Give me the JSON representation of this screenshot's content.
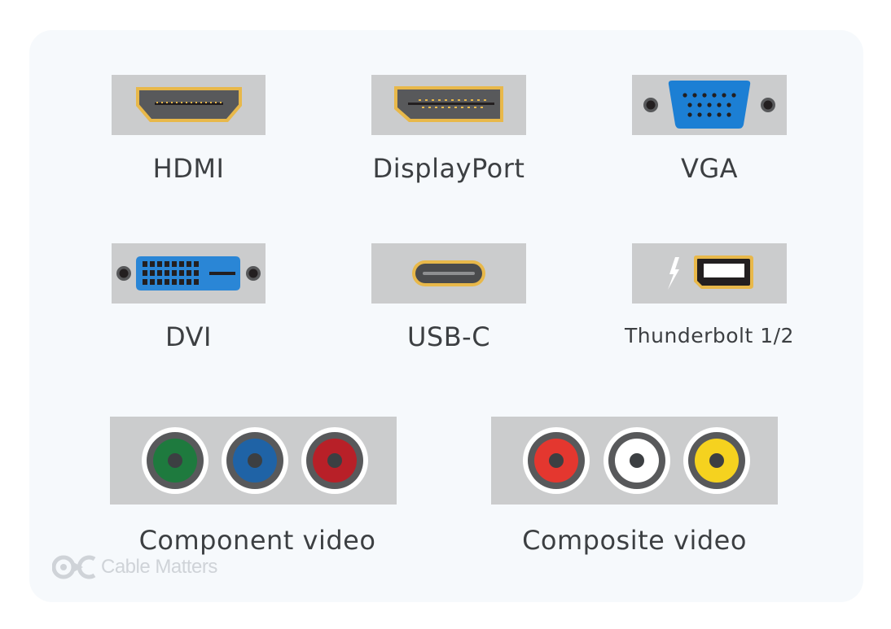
{
  "connectors": [
    {
      "id": "hdmi",
      "label": "HDMI",
      "icon": "hdmi-port-icon"
    },
    {
      "id": "displayport",
      "label": "DisplayPort",
      "icon": "displayport-port-icon"
    },
    {
      "id": "vga",
      "label": "VGA",
      "icon": "vga-port-icon"
    },
    {
      "id": "dvi",
      "label": "DVI",
      "icon": "dvi-port-icon"
    },
    {
      "id": "usbc",
      "label": "USB-C",
      "icon": "usb-c-port-icon"
    },
    {
      "id": "thunderbolt",
      "label": "Thunderbolt 1/2",
      "icon": "thunderbolt-port-icon"
    },
    {
      "id": "component",
      "label": "Component video",
      "icon": "component-video-jacks-icon"
    },
    {
      "id": "composite",
      "label": "Composite video",
      "icon": "composite-video-jacks-icon"
    }
  ],
  "watermark": {
    "text": "Cable Matters",
    "icon": "cable-matters-logo-icon"
  },
  "colors": {
    "panel": "#cbcccd",
    "port_body": "#58595b",
    "gold": "#e8b84a",
    "vga_blue": "#1c7fd4",
    "dvi_blue": "#2a86d6",
    "component_green": "#1e7a3e",
    "component_blue": "#1f63a6",
    "component_red": "#b82028",
    "composite_red": "#e4372f",
    "composite_white": "#ffffff",
    "composite_yellow": "#f5d21f"
  }
}
